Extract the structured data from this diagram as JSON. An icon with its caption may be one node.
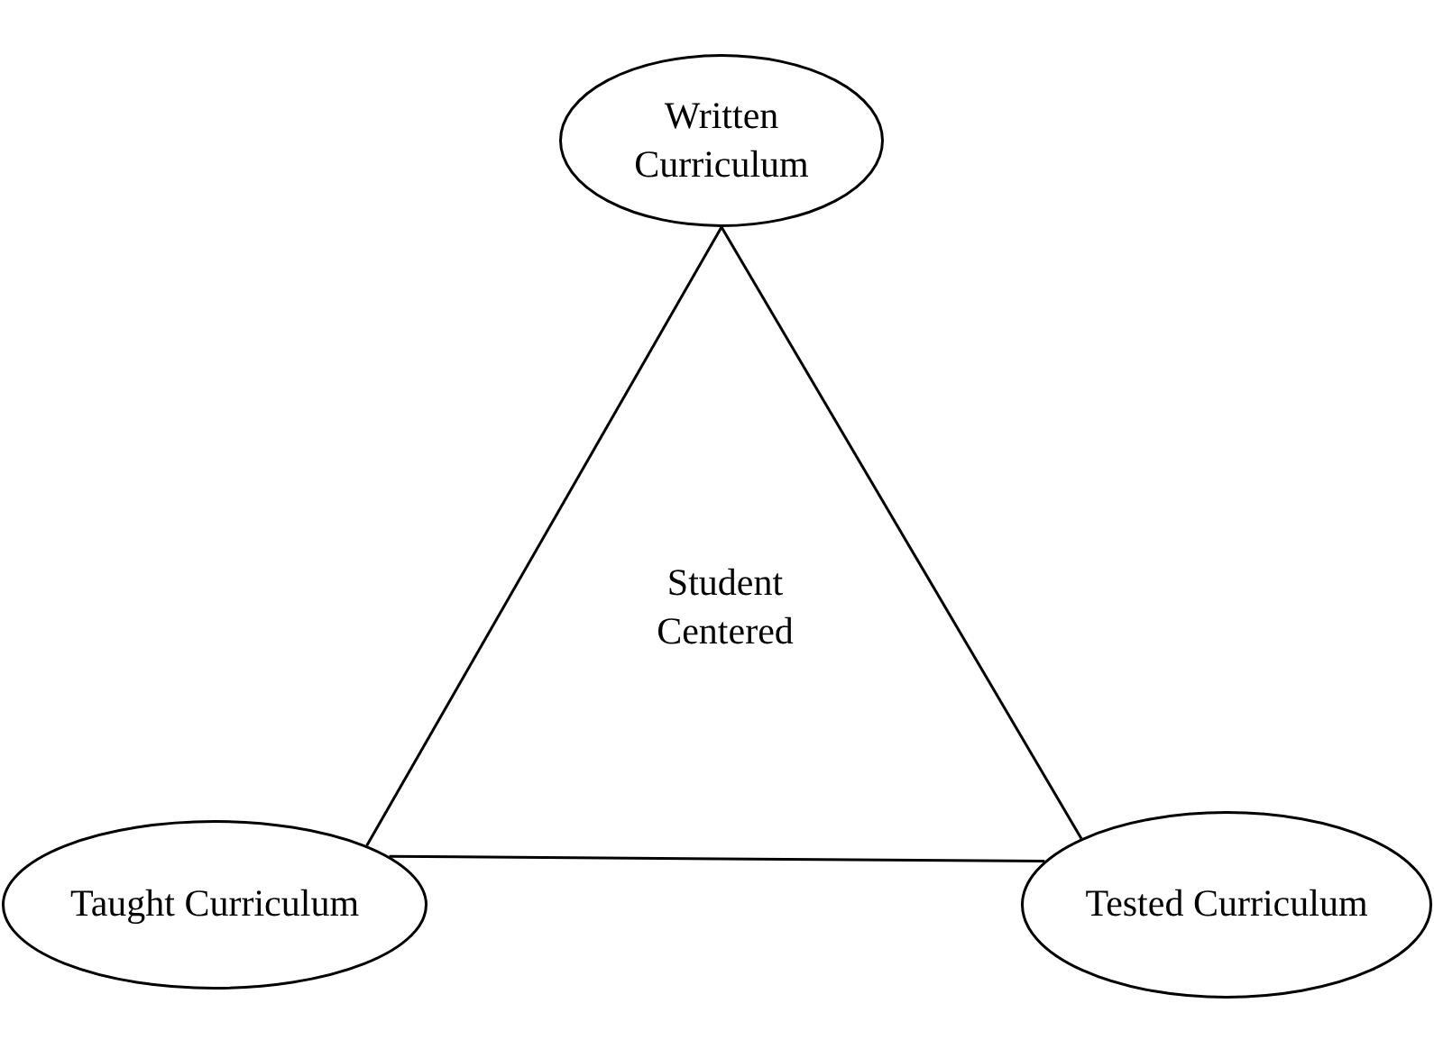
{
  "diagram": {
    "nodes": [
      {
        "text": [
          "Written Curriculum"
        ]
      },
      {
        "text": [
          "Taught Curriculum"
        ]
      },
      {
        "text": [
          "Tested Curriculum"
        ]
      }
    ],
    "edges": [
      {
        "from": 0,
        "to": 1,
        "arrow": "none"
      },
      {
        "from": 1,
        "to": 2,
        "arrow": "none"
      },
      {
        "from": 2,
        "to": 0,
        "arrow": "none"
      }
    ],
    "labels": [
      "Student Centered"
    ]
  }
}
